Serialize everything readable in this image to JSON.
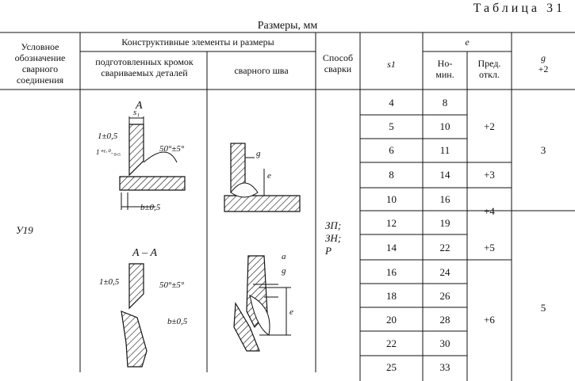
{
  "table_title": "Таблица 31",
  "units_caption": "Размеры, мм",
  "headers": {
    "designation": "Условное обозначение сварного соединения",
    "constructive": "Конструктивные элементы и размеры",
    "prepared_edges": "подготовленных кромок свариваемых деталей",
    "weld": "сварного шва",
    "method": "Способ сварки",
    "s1": "s1",
    "e": "e",
    "nominal": "Но- мин.",
    "tolerance": "Пред. откл.",
    "g": "g",
    "g_tol": "+2"
  },
  "designation": "У19",
  "method": [
    "ЗП;",
    "ЗН;",
    "Р"
  ],
  "drawing_labels": {
    "view_a": "А",
    "view_aa": "А – А",
    "s1": "s₁",
    "gap": "1±0,5",
    "angle": "50°±5°",
    "root": "1⁺¹·⁰₋₀,₅",
    "b": "b±0,5",
    "b2": "b±0,5",
    "g": "g",
    "e": "e",
    "a": "a"
  },
  "rows": [
    {
      "s1": "4",
      "nom": "8"
    },
    {
      "s1": "5",
      "nom": "10"
    },
    {
      "s1": "6",
      "nom": "11"
    },
    {
      "s1": "8",
      "nom": "14"
    },
    {
      "s1": "10",
      "nom": "16"
    },
    {
      "s1": "12",
      "nom": "19"
    },
    {
      "s1": "14",
      "nom": "22"
    },
    {
      "s1": "16",
      "nom": "24"
    },
    {
      "s1": "18",
      "nom": "26"
    },
    {
      "s1": "20",
      "nom": "28"
    },
    {
      "s1": "22",
      "nom": "30"
    },
    {
      "s1": "25",
      "nom": "33"
    }
  ],
  "tolerances": [
    "+2",
    "+3",
    "+4",
    "+5",
    "+6"
  ],
  "g_values": [
    "3",
    "5"
  ]
}
